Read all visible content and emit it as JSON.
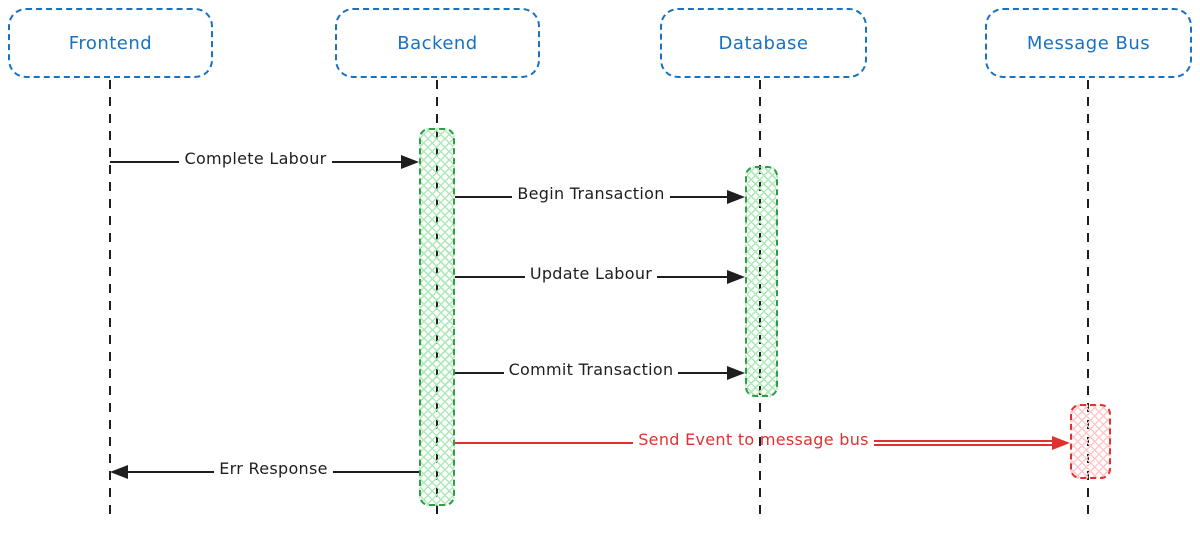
{
  "diagram": {
    "type": "sequence-diagram",
    "actors": [
      {
        "label": "Frontend"
      },
      {
        "label": "Backend"
      },
      {
        "label": "Database"
      },
      {
        "label": "Message Bus"
      }
    ],
    "messages": [
      {
        "label": "Complete Labour",
        "from": "Frontend",
        "to": "Backend",
        "color": "#1e1e1e",
        "direction": "right"
      },
      {
        "label": "Begin Transaction",
        "from": "Backend",
        "to": "Database",
        "color": "#1e1e1e",
        "direction": "right"
      },
      {
        "label": "Update Labour",
        "from": "Backend",
        "to": "Database",
        "color": "#1e1e1e",
        "direction": "right"
      },
      {
        "label": "Commit Transaction",
        "from": "Backend",
        "to": "Database",
        "color": "#1e1e1e",
        "direction": "right"
      },
      {
        "label": "Send Event to message bus",
        "from": "Backend",
        "to": "Message Bus",
        "color": "#e03131",
        "direction": "right"
      },
      {
        "label": "Err Response",
        "from": "Backend",
        "to": "Frontend",
        "color": "#1e1e1e",
        "direction": "left"
      }
    ],
    "activations": [
      {
        "actor": "Backend",
        "style": "green-hatch"
      },
      {
        "actor": "Database",
        "style": "green-hatch"
      },
      {
        "actor": "Message Bus",
        "style": "red-hatch"
      }
    ],
    "colors": {
      "actor_stroke": "#1971c2",
      "message_line": "#1e1e1e",
      "error_line": "#e03131",
      "activation_green_stroke": "#2f9e44",
      "activation_green_fill": "#b2f2bb",
      "activation_red_stroke": "#e03131",
      "activation_red_fill": "#ffc9c9",
      "background": "#ffffff"
    }
  }
}
